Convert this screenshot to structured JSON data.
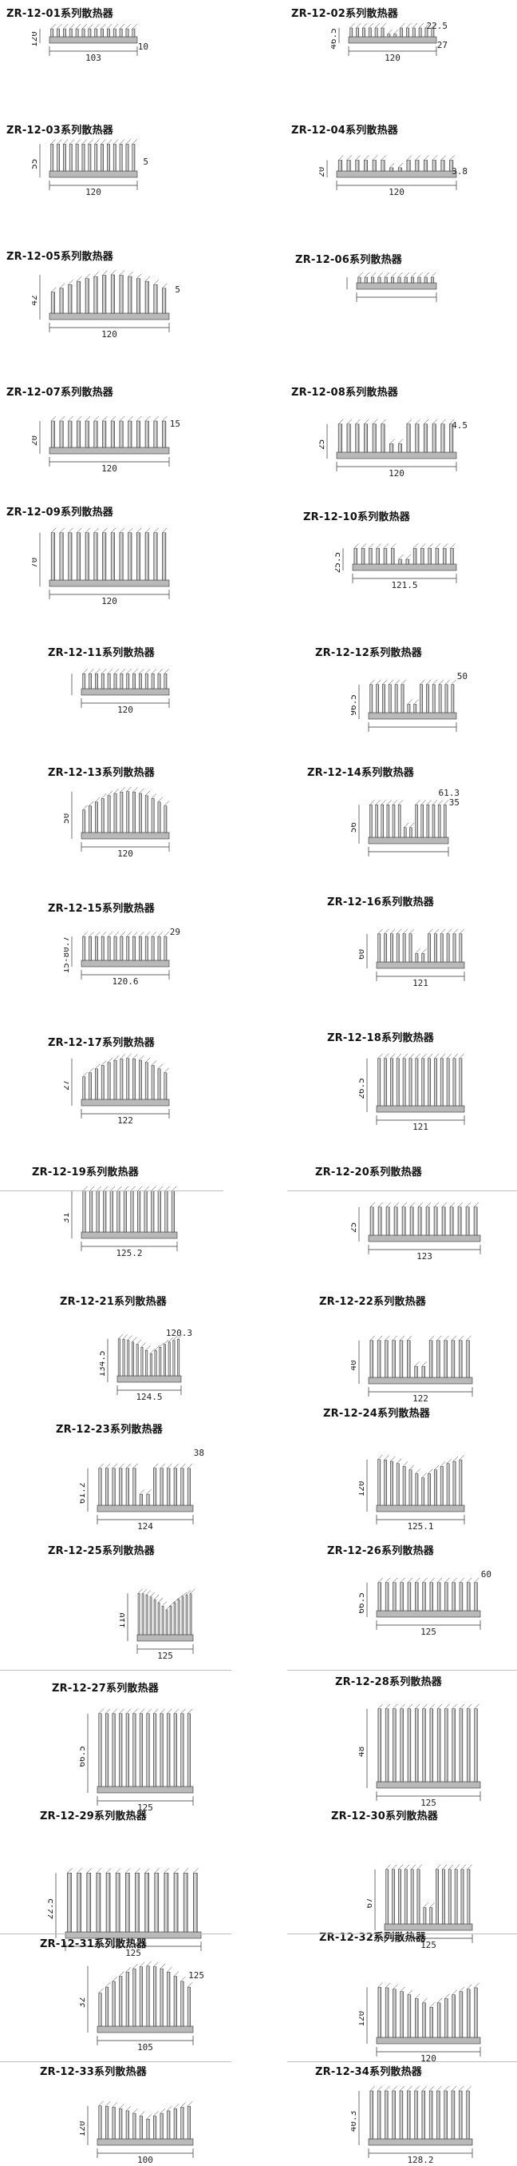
{
  "series_suffix": "系列散热器",
  "items": [
    {
      "model": "ZR-12-01",
      "title": "ZR-12-01系列散热器",
      "dims": [
        "103",
        "120",
        "10"
      ]
    },
    {
      "model": "ZR-12-02",
      "title": "ZR-12-02系列散热器",
      "dims": [
        "46.5",
        "120",
        "27",
        "22.5"
      ]
    },
    {
      "model": "ZR-12-03",
      "title": "ZR-12-03系列散热器",
      "dims": [
        "55",
        "120",
        "5"
      ]
    },
    {
      "model": "ZR-12-04",
      "title": "ZR-12-04系列散热器",
      "dims": [
        "20",
        "120",
        "3.8"
      ]
    },
    {
      "model": "ZR-12-05",
      "title": "ZR-12-05系列散热器",
      "dims": [
        "42",
        "120",
        "5"
      ]
    },
    {
      "model": "ZR-12-06",
      "title": "ZR-12-06系列散热器",
      "dims": []
    },
    {
      "model": "ZR-12-07",
      "title": "ZR-12-07系列散热器",
      "dims": [
        "20",
        "120",
        "15"
      ]
    },
    {
      "model": "ZR-12-08",
      "title": "ZR-12-08系列散热器",
      "dims": [
        "25",
        "120",
        "4.5"
      ]
    },
    {
      "model": "ZR-12-09",
      "title": "ZR-12-09系列散热器",
      "dims": [
        "70",
        "120"
      ]
    },
    {
      "model": "ZR-12-10",
      "title": "ZR-12-10系列散热器",
      "dims": [
        "25.5",
        "121.5"
      ]
    },
    {
      "model": "ZR-12-11",
      "title": "ZR-12-11系列散热器",
      "dims": [
        "120"
      ]
    },
    {
      "model": "ZR-12-12",
      "title": "ZR-12-12系列散热器",
      "dims": [
        "96.5",
        "50"
      ]
    },
    {
      "model": "ZR-12-13",
      "title": "ZR-12-13系列散热器",
      "dims": [
        "50",
        "120"
      ]
    },
    {
      "model": "ZR-12-14",
      "title": "ZR-12-14系列散热器",
      "dims": [
        "56",
        "61.3",
        "35"
      ]
    },
    {
      "model": "ZR-12-15",
      "title": "ZR-12-15系列散热器",
      "dims": [
        "15-80.7",
        "29",
        "120.6"
      ]
    },
    {
      "model": "ZR-12-16",
      "title": "ZR-12-16系列散热器",
      "dims": [
        "60",
        "121"
      ]
    },
    {
      "model": "ZR-12-17",
      "title": "ZR-12-17系列散热器",
      "dims": [
        "27",
        "122"
      ]
    },
    {
      "model": "ZR-12-18",
      "title": "ZR-12-18系列散热器",
      "dims": [
        "26.5",
        "121"
      ]
    },
    {
      "model": "ZR-12-19",
      "title": "ZR-12-19系列散热器",
      "dims": [
        "31",
        "125.2"
      ]
    },
    {
      "model": "ZR-12-20",
      "title": "ZR-12-20系列散热器",
      "dims": [
        "25",
        "123"
      ]
    },
    {
      "model": "ZR-12-21",
      "title": "ZR-12-21系列散热器",
      "dims": [
        "124.5",
        "134.5",
        "120.3"
      ]
    },
    {
      "model": "ZR-12-22",
      "title": "ZR-12-22系列散热器",
      "dims": [
        "40",
        "122"
      ]
    },
    {
      "model": "ZR-12-23",
      "title": "ZR-12-23系列散热器",
      "dims": [
        "61.2",
        "38",
        "124"
      ]
    },
    {
      "model": "ZR-12-24",
      "title": "ZR-12-24系列散热器",
      "dims": [
        "125.1",
        "120"
      ]
    },
    {
      "model": "ZR-12-25",
      "title": "ZR-12-25系列散热器",
      "dims": [
        "125",
        "110"
      ]
    },
    {
      "model": "ZR-12-26",
      "title": "ZR-12-26系列散热器",
      "dims": [
        "66.5",
        "60",
        "125"
      ]
    },
    {
      "model": "ZR-12-27",
      "title": "ZR-12-27系列散热器",
      "dims": [
        "66.5",
        "125"
      ]
    },
    {
      "model": "ZR-12-28",
      "title": "ZR-12-28系列散热器",
      "dims": [
        "48",
        "125"
      ]
    },
    {
      "model": "ZR-12-29",
      "title": "ZR-12-29系列散热器",
      "dims": [
        "22.5",
        "125"
      ]
    },
    {
      "model": "ZR-12-30",
      "title": "ZR-12-30系列散热器",
      "dims": [
        "67",
        "125"
      ]
    },
    {
      "model": "ZR-12-31",
      "title": "ZR-12-31系列散热器",
      "dims": [
        "105",
        "32",
        "125"
      ]
    },
    {
      "model": "ZR-12-32",
      "title": "ZR-12-32系列散热器",
      "dims": [
        "120",
        "120"
      ]
    },
    {
      "model": "ZR-12-33",
      "title": "ZR-12-33系列散热器",
      "dims": [
        "100",
        "120"
      ]
    },
    {
      "model": "ZR-12-34",
      "title": "ZR-12-34系列散热器",
      "dims": [
        "40.3",
        "128.2"
      ]
    }
  ],
  "colors": {
    "metal_light": "#e9e9e9",
    "metal_mid": "#b9b9b9",
    "metal_dark": "#6f6f6f",
    "line": "#333333",
    "separator": "#bdbdbd"
  }
}
